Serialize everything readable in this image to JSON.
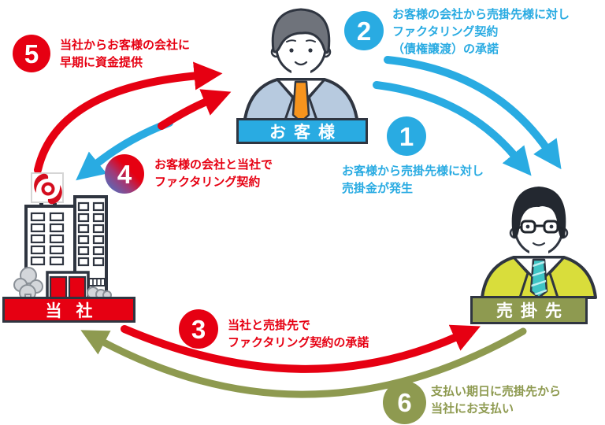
{
  "actors": {
    "customer": {
      "label": "お客様"
    },
    "company": {
      "label": "当社"
    },
    "debtor": {
      "label": "売掛先"
    }
  },
  "steps": {
    "s1": {
      "num": "1",
      "lines": [
        "お客様から売掛先様に対し",
        "売掛金が発生"
      ]
    },
    "s2": {
      "num": "2",
      "lines": [
        "お客様の会社から売掛先様に対し",
        "ファクタリング契約",
        "（債権譲渡）の承諾"
      ]
    },
    "s3": {
      "num": "3",
      "lines": [
        "当社と売掛先で",
        "ファクタリング契約の承諾"
      ]
    },
    "s4": {
      "num": "4",
      "lines": [
        "お客様の会社と当社で",
        "ファクタリング契約"
      ]
    },
    "s5": {
      "num": "5",
      "lines": [
        "当社からお客様の会社に",
        "早期に資金提供"
      ]
    },
    "s6": {
      "num": "6",
      "lines": [
        "支払い期日に売掛先から",
        "当社にお支払い"
      ]
    }
  },
  "colors": {
    "red": "#e60012",
    "blue": "#29abe2",
    "olive": "#8e9a50",
    "suit_customer": "#b7cadf",
    "suit_debtor": "#d9dd3b",
    "tie_customer": "#f7941d",
    "tie_debtor": "#3fc4c4",
    "outline": "#2f3540"
  }
}
